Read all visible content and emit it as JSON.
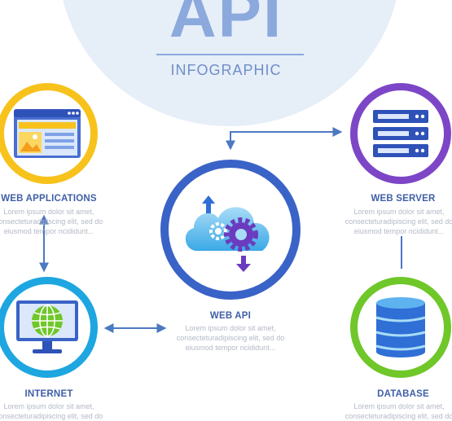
{
  "header": {
    "title": "API",
    "subtitle": "INFOGRAPHIC"
  },
  "nodes": {
    "web_applications": {
      "label": "WEB APPLICATIONS",
      "desc": [
        "Lorem ipsum dolor sit amet,",
        "consecteturadipiscing elit, sed do",
        "eiusmod tempor ncididunt..."
      ],
      "color": "#f7c21c"
    },
    "web_server": {
      "label": "WEB SERVER",
      "desc": [
        "Lorem ipsum dolor sit amet,",
        "consecteturadipiscing elit, sed do",
        "eiusmod tempor ncididunt..."
      ],
      "color": "#7d46c6"
    },
    "web_api": {
      "label": "WEB API",
      "desc": [
        "Lorem ipsum dolor sit amet,",
        "consecteturadipiscing elit, sed do",
        "eiusmod tempor ncididunt..."
      ],
      "color": "#3a63c7"
    },
    "internet": {
      "label": "INTERNET",
      "desc": [
        "Lorem ipsum dolor sit amet,",
        "consecteturadipiscing elit, sed do"
      ],
      "color": "#1ea6e0"
    },
    "database": {
      "label": "DATABASE",
      "desc": [
        "Lorem ipsum dolor sit amet,",
        "consecteturadipiscing elit, sed do"
      ],
      "color": "#6fc72a"
    }
  },
  "colors": {
    "connector": "#4d78c2",
    "title": "#8ba9dd",
    "label": "#3f5fa6",
    "text_muted": "#b3b9c6"
  }
}
